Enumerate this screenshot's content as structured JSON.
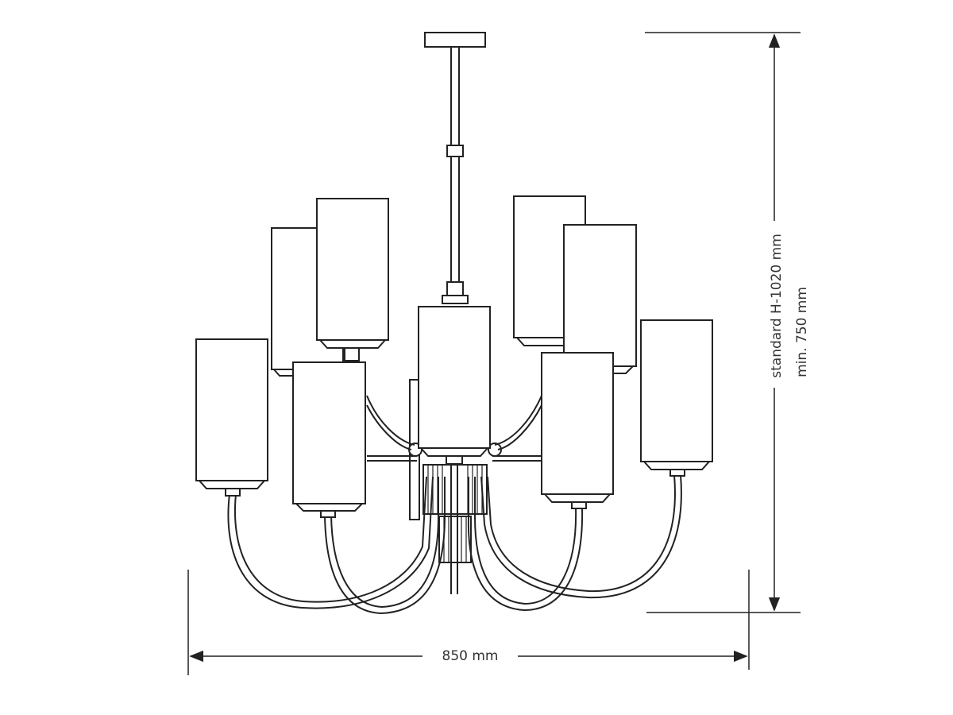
{
  "dimensions": {
    "width_label": "850 mm",
    "height_standard_label": "standard H-1020 mm",
    "height_min_label": "min. 750 mm"
  }
}
